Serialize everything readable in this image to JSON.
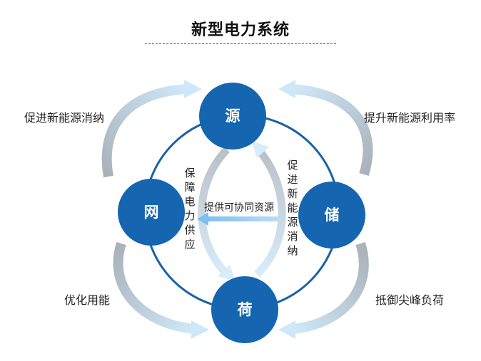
{
  "title": "新型电力系统",
  "nodes": {
    "source": "源",
    "grid": "网",
    "storage": "储",
    "load": "荷"
  },
  "outer_labels": {
    "top_left": "促进新能源消纳",
    "top_right": "提升新能源利用率",
    "bottom_left": "优化用能",
    "bottom_right": "抵御尖峰负荷"
  },
  "inner_labels": {
    "left_vertical": "保障电力供应",
    "right_vertical": "促进新能源消纳",
    "center": "提供可协同资源"
  },
  "colors": {
    "node_fill": "#1565b0",
    "ring": "#1a62a8",
    "arrow_light": "#c5e3f7",
    "arrow_gray": "#a9b1b8"
  }
}
